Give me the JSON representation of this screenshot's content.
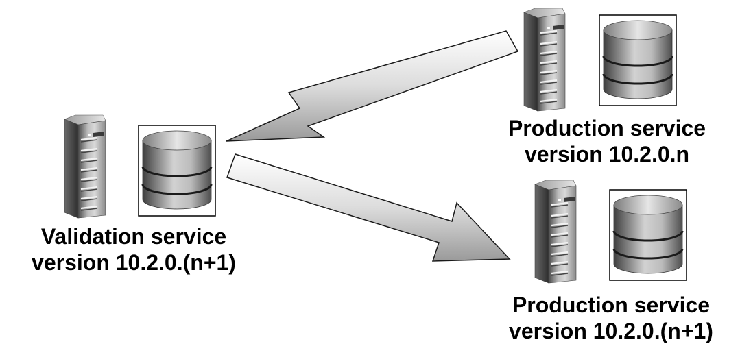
{
  "nodes": {
    "validation": {
      "line1": "Validation service",
      "line2": "version 10.2.0.(n+1)",
      "server_icon": "server-tower-icon",
      "database_icon": "database-cylinder-icon"
    },
    "production_current": {
      "line1": "Production service",
      "line2": "version 10.2.0.n",
      "server_icon": "server-tower-icon",
      "database_icon": "database-cylinder-icon"
    },
    "production_upgraded": {
      "line1": "Production service",
      "line2": "version 10.2.0.(n+1)",
      "server_icon": "server-tower-icon",
      "database_icon": "database-cylinder-icon"
    }
  },
  "edges": [
    {
      "from": "production_current",
      "to": "validation"
    },
    {
      "from": "validation",
      "to": "production_upgraded"
    }
  ],
  "colors": {
    "text": "#000000",
    "arrow_fill_light": "#ffffff",
    "arrow_fill_dark": "#a8a8a8",
    "arrow_stroke": "#222222",
    "server_light": "#d8d8d8",
    "server_dark": "#5a5a5a",
    "db_light": "#e0e0e0",
    "db_dark": "#4a4a4a"
  }
}
